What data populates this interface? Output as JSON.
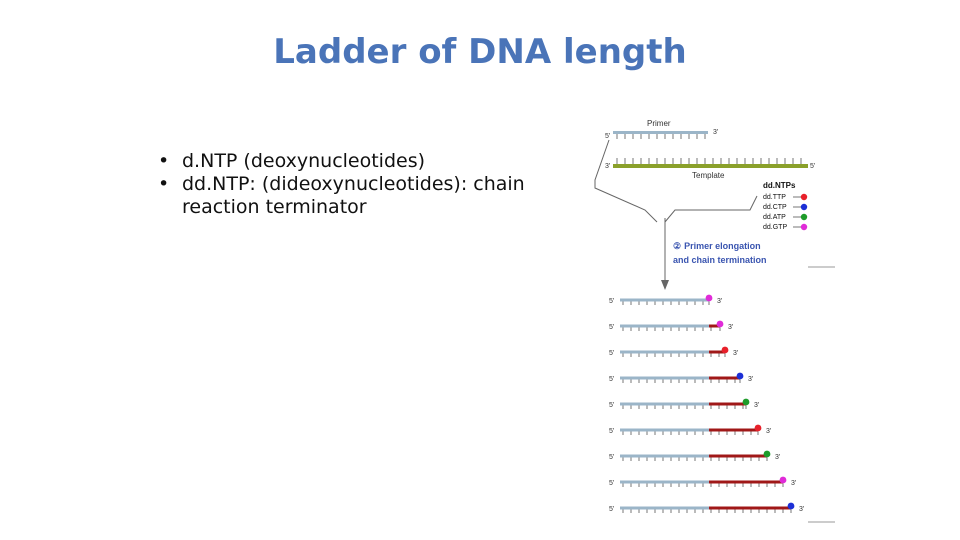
{
  "slide": {
    "title": "Ladder of DNA length",
    "bullets": [
      "d.NTP (deoxynucleotides)",
      "dd.NTP: (dideoxynucleotides): chain reaction terminator"
    ]
  },
  "diagram": {
    "primer_label": "Primer",
    "template_label": "Template",
    "five_prime": "5'",
    "three_prime": "3'",
    "legend_title": "dd.NTPs",
    "legend": [
      {
        "label": "dd.TTP",
        "color": "#e8202a"
      },
      {
        "label": "dd.CTP",
        "color": "#1c2fd6"
      },
      {
        "label": "dd.ATP",
        "color": "#1e9b2a"
      },
      {
        "label": "dd.GTP",
        "color": "#e02bd8"
      }
    ],
    "step_number": "②",
    "step_text_1": "Primer elongation",
    "step_text_2": "and chain termination",
    "ladder": [
      {
        "extension": 0.0,
        "color": "#e02bd8"
      },
      {
        "extension": 0.11,
        "color": "#e02bd8"
      },
      {
        "extension": 0.16,
        "color": "#e8202a"
      },
      {
        "extension": 0.31,
        "color": "#1c2fd6"
      },
      {
        "extension": 0.37,
        "color": "#1e9b2a"
      },
      {
        "extension": 0.49,
        "color": "#e8202a"
      },
      {
        "extension": 0.58,
        "color": "#1e9b2a"
      },
      {
        "extension": 0.74,
        "color": "#e02bd8"
      },
      {
        "extension": 0.82,
        "color": "#1c2fd6"
      }
    ],
    "colors": {
      "primer": "#9bb5c8",
      "template": "#8aa02a",
      "extension": "#a01818",
      "arrow": "#666666",
      "step_text": "#3a55b0"
    }
  }
}
